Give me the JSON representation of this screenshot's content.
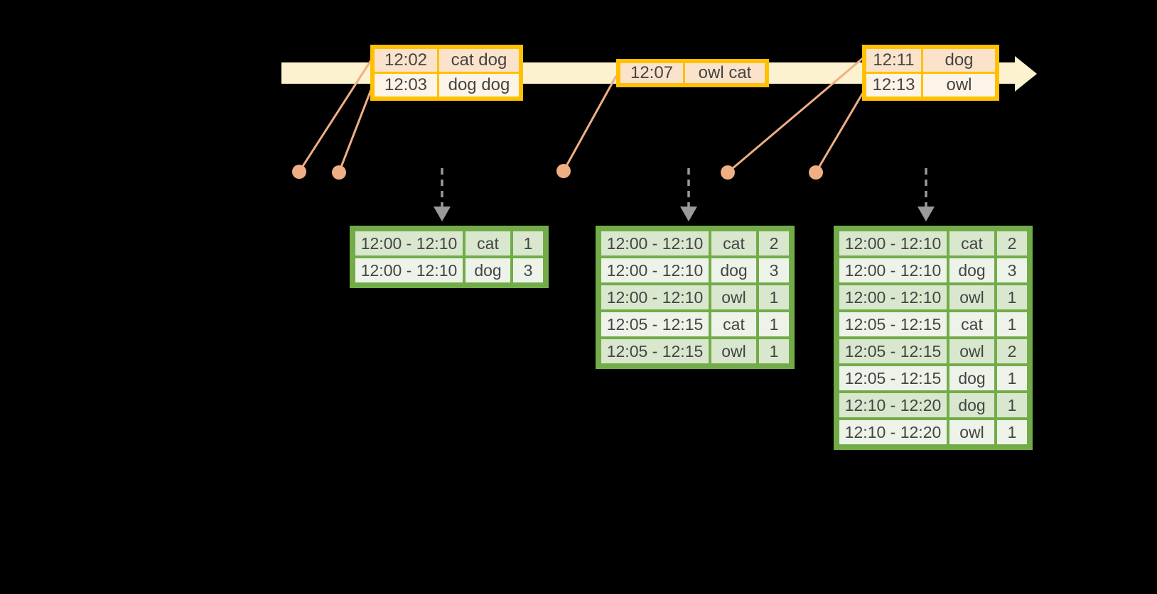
{
  "colors": {
    "background": "#000000",
    "timeline_fill": "#FCF2CF",
    "event_border": "#FFC000",
    "event_row_dark": "#FBE3CB",
    "event_row_light": "#FDF4E7",
    "connector": "#EFAF85",
    "result_border": "#72AC49",
    "result_row_dark": "#D9E7CE",
    "result_row_light": "#EEF3EA",
    "trigger_arrow": "#9A9A9A",
    "text": "#444444"
  },
  "icons": {
    "timeline_arrowhead": "right-arrowhead",
    "event_dot": "filled-circle",
    "trigger_arrow": "dashed-down-arrow"
  },
  "event_tables": [
    {
      "rows": [
        {
          "time": "12:02",
          "words": "cat dog"
        },
        {
          "time": "12:03",
          "words": "dog dog"
        }
      ]
    },
    {
      "rows": [
        {
          "time": "12:07",
          "words": "owl cat"
        }
      ]
    },
    {
      "rows": [
        {
          "time": "12:11",
          "words": "dog"
        },
        {
          "time": "12:13",
          "words": "owl"
        }
      ]
    }
  ],
  "result_tables": [
    {
      "rows": [
        {
          "window": "12:00 - 12:10",
          "word": "cat",
          "count": "1"
        },
        {
          "window": "12:00 - 12:10",
          "word": "dog",
          "count": "3"
        }
      ]
    },
    {
      "rows": [
        {
          "window": "12:00 - 12:10",
          "word": "cat",
          "count": "2"
        },
        {
          "window": "12:00 - 12:10",
          "word": "dog",
          "count": "3"
        },
        {
          "window": "12:00 - 12:10",
          "word": "owl",
          "count": "1"
        },
        {
          "window": "12:05 - 12:15",
          "word": "cat",
          "count": "1"
        },
        {
          "window": "12:05 - 12:15",
          "word": "owl",
          "count": "1"
        }
      ]
    },
    {
      "rows": [
        {
          "window": "12:00 - 12:10",
          "word": "cat",
          "count": "2"
        },
        {
          "window": "12:00 - 12:10",
          "word": "dog",
          "count": "3"
        },
        {
          "window": "12:00 - 12:10",
          "word": "owl",
          "count": "1"
        },
        {
          "window": "12:05 - 12:15",
          "word": "cat",
          "count": "1"
        },
        {
          "window": "12:05 - 12:15",
          "word": "owl",
          "count": "2"
        },
        {
          "window": "12:05 - 12:15",
          "word": "dog",
          "count": "1"
        },
        {
          "window": "12:10 - 12:20",
          "word": "dog",
          "count": "1"
        },
        {
          "window": "12:10 - 12:20",
          "word": "owl",
          "count": "1"
        }
      ]
    }
  ]
}
